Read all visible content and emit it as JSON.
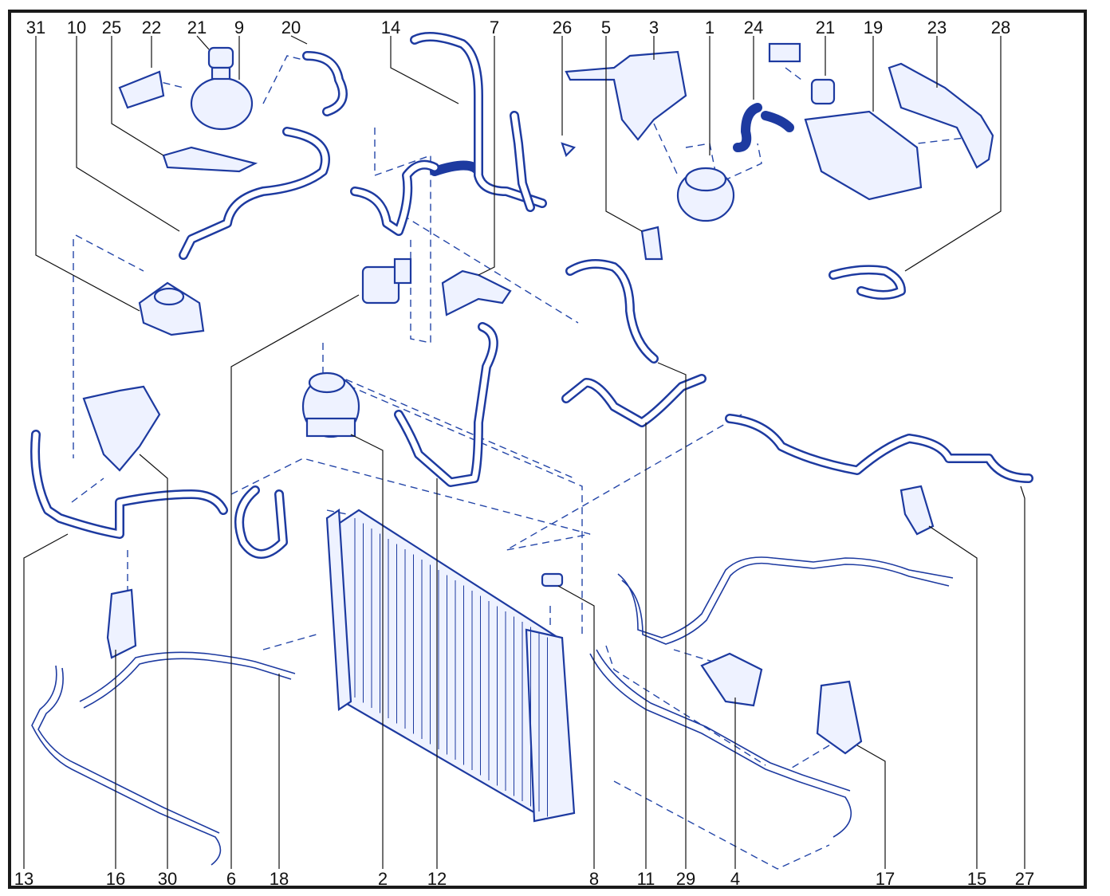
{
  "diagram": {
    "callouts_top": [
      "31",
      "10",
      "25",
      "22",
      "21",
      "9",
      "20",
      "14",
      "7",
      "26",
      "5",
      "3",
      "1",
      "24",
      "21",
      "19",
      "23",
      "28"
    ],
    "callouts_bottom": [
      "13",
      "16",
      "30",
      "6",
      "18",
      "2",
      "12",
      "8",
      "11",
      "29",
      "4",
      "17",
      "15",
      "27"
    ]
  },
  "colors": {
    "line": "#1d3aa0",
    "fill": "#eef2ff",
    "text": "#111111",
    "border": "#1a1a1a"
  }
}
